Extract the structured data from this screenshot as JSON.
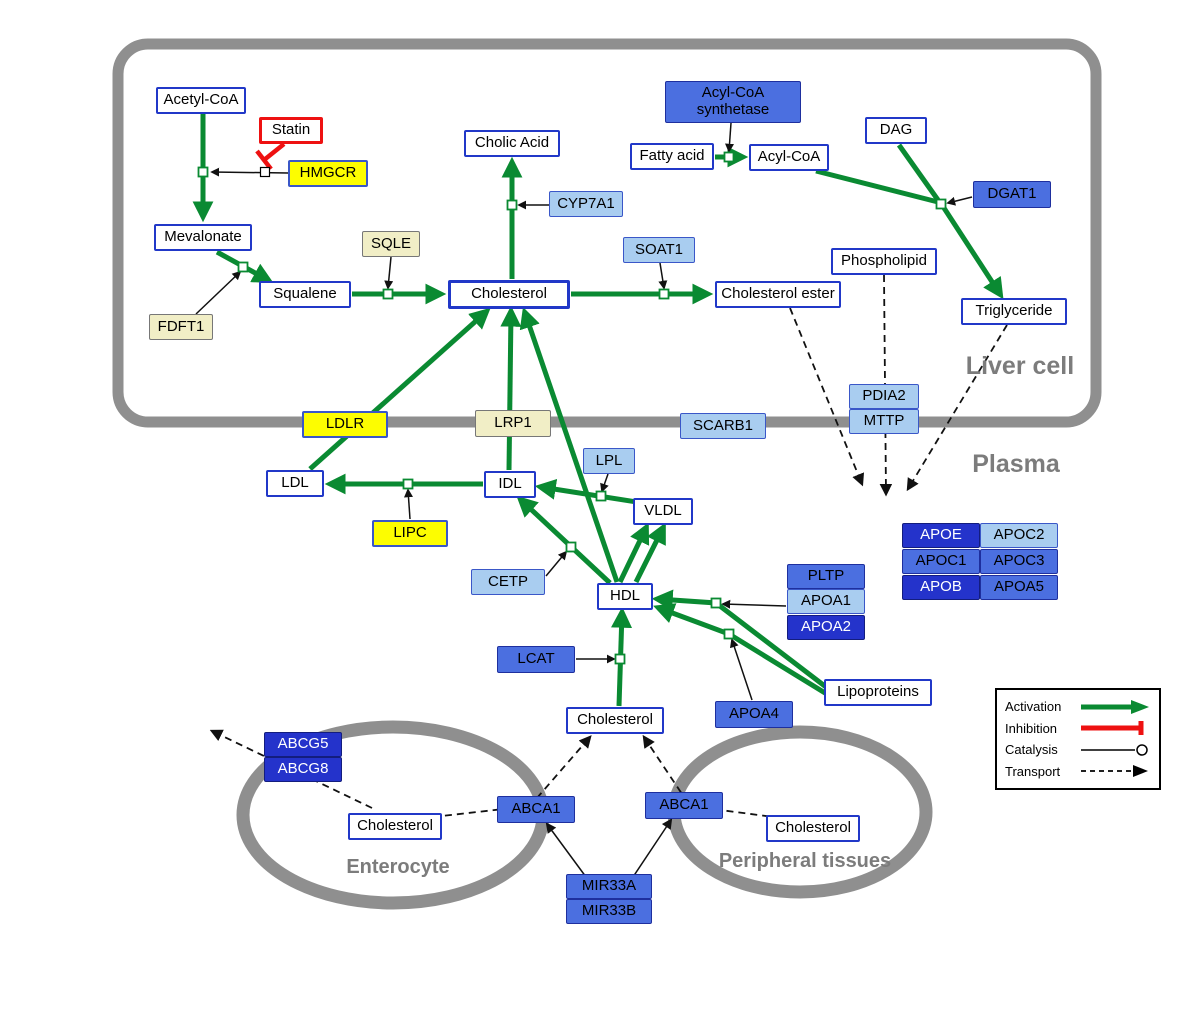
{
  "compartments": {
    "liver": "Liver cell",
    "plasma": "Plasma",
    "enterocyte": "Enterocyte",
    "peripheral": "Peripheral tissues"
  },
  "legend": {
    "activation": "Activation",
    "inhibition": "Inhibition",
    "catalysis": "Catalysis",
    "transport": "Transport"
  },
  "colors": {
    "activation_green": "#0a8a32",
    "inhibition_red": "#ee1111",
    "transport_black": "#111111",
    "membrane_gray": "#8f8f8f",
    "metabolite_border_blue": "#2138c8",
    "gene_yellow": "#fdfd00",
    "gene_pale_yellow": "#f1eec6",
    "gene_light_blue": "#a9cdf0",
    "gene_blue": "#4b6fe0",
    "gene_dark_blue": "#2433cb"
  },
  "nodes": [
    {
      "id": "acetyl_coa",
      "label": "Acetyl-CoA",
      "type": "metabolite"
    },
    {
      "id": "statin",
      "label": "Statin",
      "type": "inhibitor"
    },
    {
      "id": "hmgcr",
      "label": "HMGCR",
      "type": "yellow"
    },
    {
      "id": "mevalonate",
      "label": "Mevalonate",
      "type": "metabolite"
    },
    {
      "id": "sqle",
      "label": "SQLE",
      "type": "paleyellow"
    },
    {
      "id": "fdft1",
      "label": "FDFT1",
      "type": "paleyellow"
    },
    {
      "id": "squalene",
      "label": "Squalene",
      "type": "metabolite"
    },
    {
      "id": "cholesterol_liver",
      "label": "Cholesterol",
      "type": "metabolite_bold"
    },
    {
      "id": "cholic_acid",
      "label": "Cholic Acid",
      "type": "metabolite"
    },
    {
      "id": "cyp7a1",
      "label": "CYP7A1",
      "type": "lightblue"
    },
    {
      "id": "soat1",
      "label": "SOAT1",
      "type": "lightblue"
    },
    {
      "id": "cholesterol_ester",
      "label": "Cholesterol ester",
      "type": "metabolite"
    },
    {
      "id": "acyl_coa_synthetase",
      "label": "Acyl-CoA synthetase",
      "type": "blue"
    },
    {
      "id": "fatty_acid",
      "label": "Fatty acid",
      "type": "metabolite"
    },
    {
      "id": "acyl_coa",
      "label": "Acyl-CoA",
      "type": "metabolite"
    },
    {
      "id": "dag",
      "label": "DAG",
      "type": "metabolite"
    },
    {
      "id": "dgat1",
      "label": "DGAT1",
      "type": "blue"
    },
    {
      "id": "phospholipid",
      "label": "Phospholipid",
      "type": "metabolite"
    },
    {
      "id": "triglyceride",
      "label": "Triglyceride",
      "type": "metabolite"
    },
    {
      "id": "ldlr",
      "label": "LDLR",
      "type": "yellow"
    },
    {
      "id": "lrp1",
      "label": "LRP1",
      "type": "paleyellow"
    },
    {
      "id": "scarb1",
      "label": "SCARB1",
      "type": "lightblue"
    },
    {
      "id": "pdia2",
      "label": "PDIA2",
      "type": "lightblue"
    },
    {
      "id": "mttp",
      "label": "MTTP",
      "type": "lightblue"
    },
    {
      "id": "ldl",
      "label": "LDL",
      "type": "metabolite"
    },
    {
      "id": "idl",
      "label": "IDL",
      "type": "metabolite"
    },
    {
      "id": "lpl",
      "label": "LPL",
      "type": "lightblue"
    },
    {
      "id": "vldl",
      "label": "VLDL",
      "type": "metabolite"
    },
    {
      "id": "lipc",
      "label": "LIPC",
      "type": "yellow"
    },
    {
      "id": "cetp",
      "label": "CETP",
      "type": "lightblue"
    },
    {
      "id": "hdl",
      "label": "HDL",
      "type": "metabolite"
    },
    {
      "id": "pltp",
      "label": "PLTP",
      "type": "blue"
    },
    {
      "id": "apoa1",
      "label": "APOA1",
      "type": "lightblue"
    },
    {
      "id": "apoa2",
      "label": "APOA2",
      "type": "darkblue"
    },
    {
      "id": "lcat",
      "label": "LCAT",
      "type": "blue"
    },
    {
      "id": "apoa4",
      "label": "APOA4",
      "type": "blue"
    },
    {
      "id": "lipoproteins",
      "label": "Lipoproteins",
      "type": "metabolite"
    },
    {
      "id": "apoe",
      "label": "APOE",
      "type": "darkblue"
    },
    {
      "id": "apoc2",
      "label": "APOC2",
      "type": "lightblue"
    },
    {
      "id": "apoc1",
      "label": "APOC1",
      "type": "blue"
    },
    {
      "id": "apoc3",
      "label": "APOC3",
      "type": "blue"
    },
    {
      "id": "apob",
      "label": "APOB",
      "type": "darkblue"
    },
    {
      "id": "apoa5",
      "label": "APOA5",
      "type": "blue"
    },
    {
      "id": "cholesterol_plasma",
      "label": "Cholesterol",
      "type": "metabolite"
    },
    {
      "id": "abcg5",
      "label": "ABCG5",
      "type": "darkblue"
    },
    {
      "id": "abcg8",
      "label": "ABCG8",
      "type": "darkblue"
    },
    {
      "id": "cholesterol_enterocyte",
      "label": "Cholesterol",
      "type": "metabolite"
    },
    {
      "id": "abca1_enterocyte",
      "label": "ABCA1",
      "type": "blue"
    },
    {
      "id": "abca1_peripheral",
      "label": "ABCA1",
      "type": "blue"
    },
    {
      "id": "cholesterol_peripheral",
      "label": "Cholesterol",
      "type": "metabolite"
    },
    {
      "id": "mir33a",
      "label": "MIR33A",
      "type": "blue"
    },
    {
      "id": "mir33b",
      "label": "MIR33B",
      "type": "blue"
    }
  ]
}
